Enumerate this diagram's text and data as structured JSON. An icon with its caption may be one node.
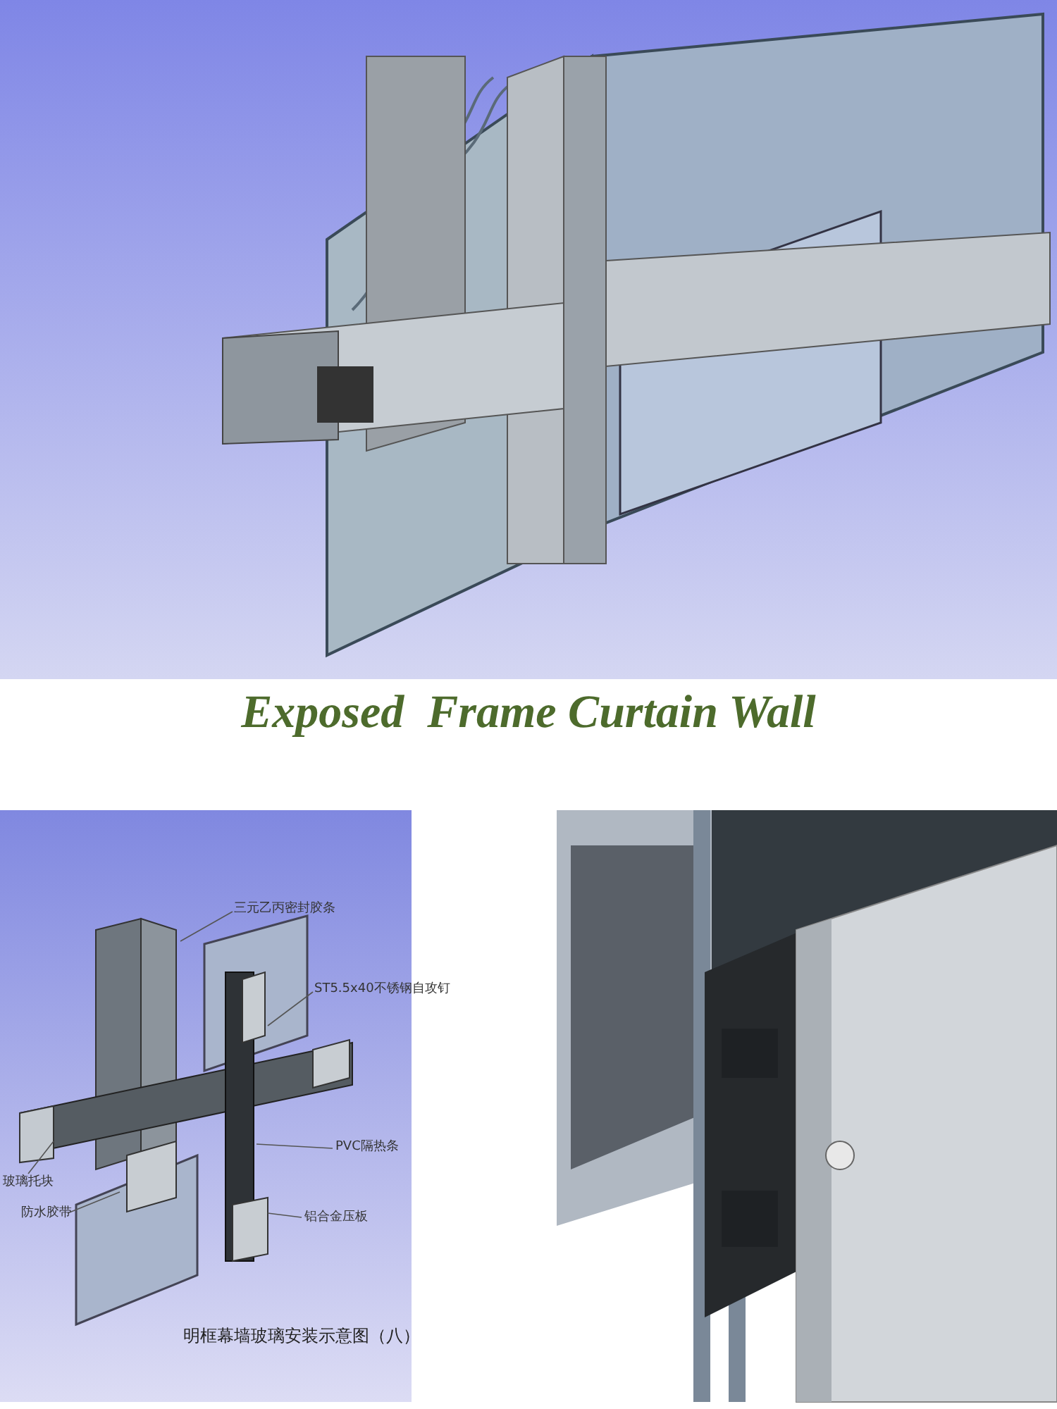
{
  "diagram": {
    "title": "Exposed  Frame Curtain Wall",
    "nodes": [
      {
        "text": [
          "三元乙丙密封胶条"
        ]
      },
      {
        "text": [
          "ST5.5x40不锈钢自攻钉"
        ]
      },
      {
        "text": [
          "PVC隔热条"
        ]
      },
      {
        "text": [
          "玻璃托块"
        ]
      },
      {
        "text": [
          "防水胶带"
        ]
      },
      {
        "text": [
          "铝合金压板"
        ]
      }
    ],
    "edges": [
      {
        "from": 0,
        "to": null,
        "arrow": "none"
      },
      {
        "from": 1,
        "to": null,
        "arrow": "none"
      },
      {
        "from": 2,
        "to": null,
        "arrow": "none"
      },
      {
        "from": 3,
        "to": null,
        "arrow": "none"
      },
      {
        "from": 4,
        "to": null,
        "arrow": "none"
      },
      {
        "from": 5,
        "to": null,
        "arrow": "none"
      }
    ],
    "labels": [
      "明框幕墙玻璃安装示意图（八）"
    ]
  }
}
